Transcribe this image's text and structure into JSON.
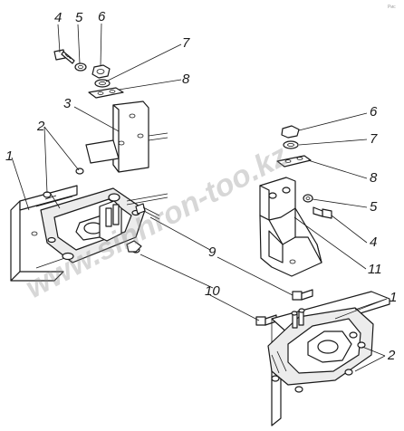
{
  "callouts": {
    "c4a": "4",
    "c5a": "5",
    "c6a": "6",
    "c7a": "7",
    "c8a": "8",
    "c3": "3",
    "c2a": "2",
    "c1a": "1",
    "c6b": "6",
    "c7b": "7",
    "c8b": "8",
    "c5b": "5",
    "c4b": "4",
    "c9": "9",
    "c11": "11",
    "c10": "10",
    "c1b": "1",
    "c2b": "2"
  },
  "watermark": "www.sinhron-too.kz",
  "corner_mark": "Рис"
}
